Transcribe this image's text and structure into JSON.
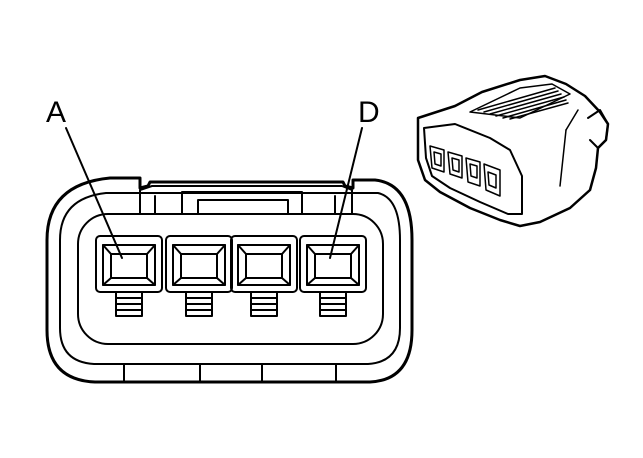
{
  "labels": {
    "pin_first": "A",
    "pin_last": "D"
  },
  "connector": {
    "cavity_count": 4
  },
  "colors": {
    "line": "#000000",
    "background": "#ffffff"
  }
}
